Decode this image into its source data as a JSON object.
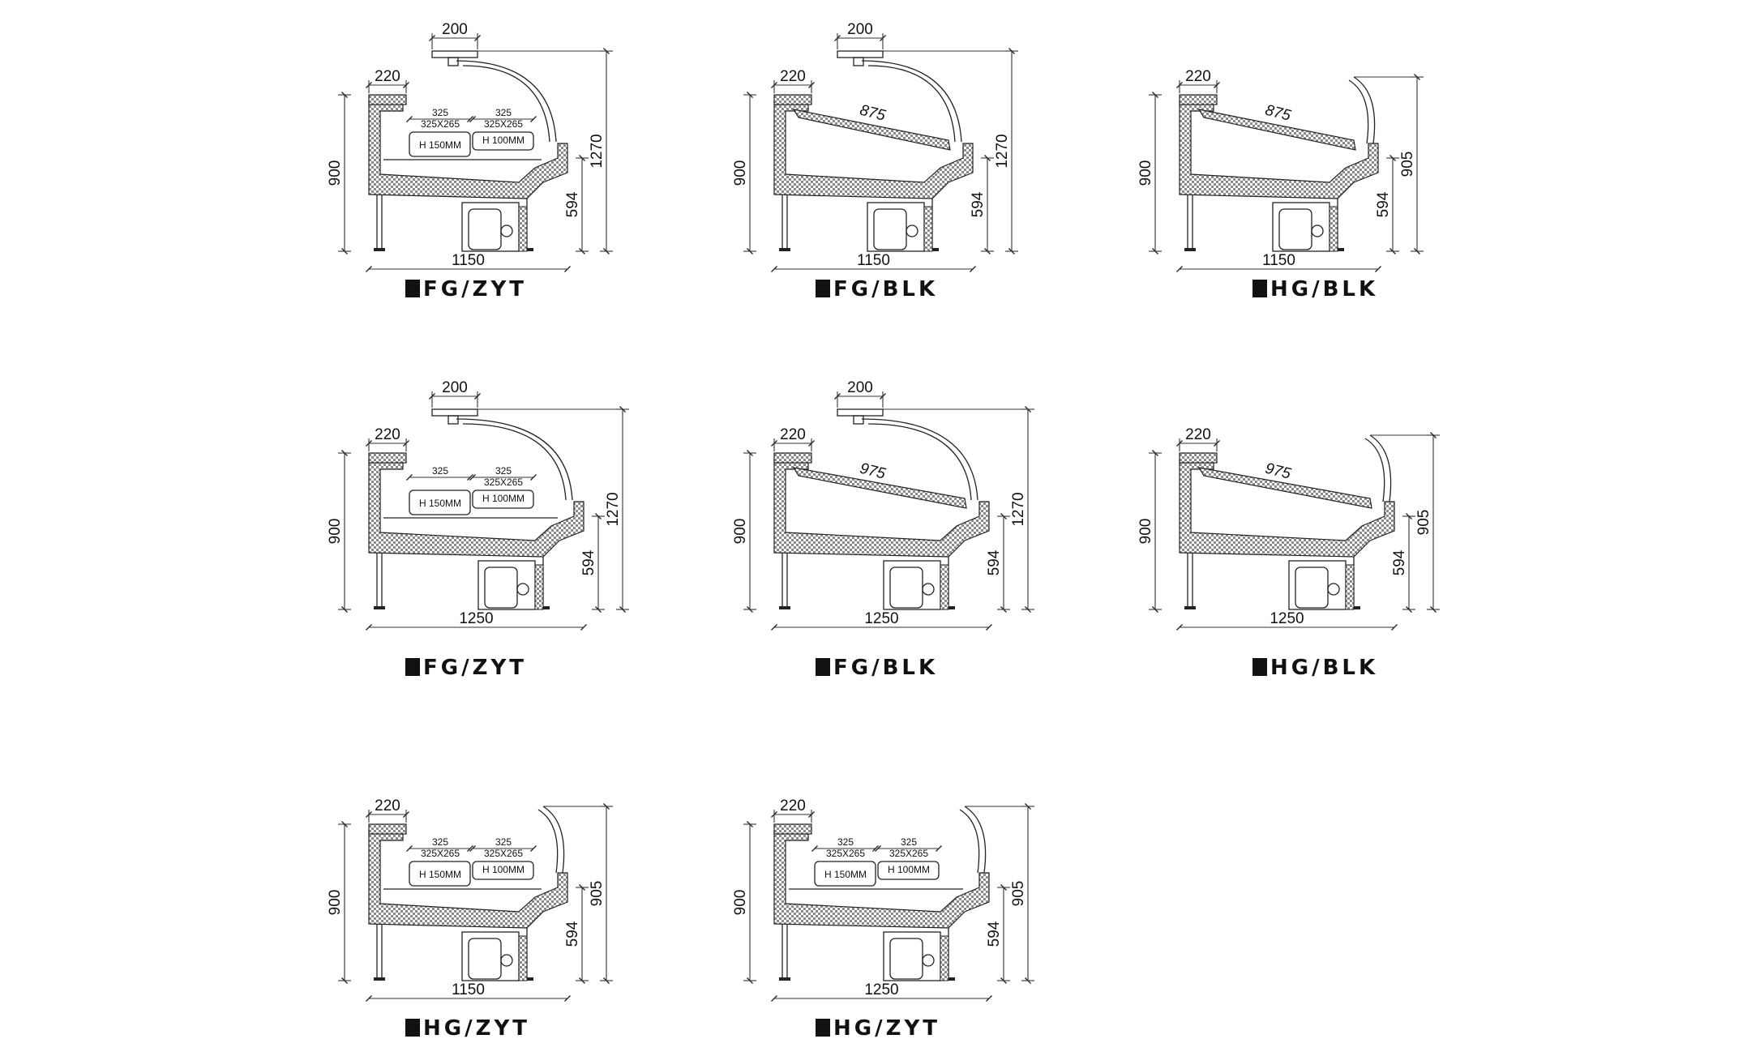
{
  "drawings": [
    {
      "caption": "FG/ZYT",
      "variant": "FG",
      "content": "pans",
      "width": "1150",
      "depth_top": "220",
      "canopy": "200",
      "height": "900",
      "inner": "594",
      "total": "1270",
      "pans": {
        "w1": "325",
        "size1": "325X265",
        "h1": "H 150MM",
        "w2": "325",
        "size2": "325X265",
        "h2": "H 100MM"
      }
    },
    {
      "caption": "FG/BLK",
      "variant": "FG",
      "content": "shelf",
      "width": "1150",
      "depth_top": "220",
      "canopy": "200",
      "height": "900",
      "inner": "594",
      "total": "1270",
      "shelf": "875"
    },
    {
      "caption": "HG/BLK",
      "variant": "HG",
      "content": "shelf",
      "width": "1150",
      "depth_top": "220",
      "height": "900",
      "inner": "594",
      "total": "905",
      "shelf": "875"
    },
    {
      "caption": "FG/ZYT",
      "variant": "FG",
      "content": "pans",
      "width": "1250",
      "depth_top": "220",
      "canopy": "200",
      "height": "900",
      "inner": "594",
      "total": "1270",
      "pans": {
        "w1": "325",
        "size1": "",
        "h1": "H 150MM",
        "w2": "325",
        "size2": "325X265",
        "h2": "H 100MM"
      }
    },
    {
      "caption": "FG/BLK",
      "variant": "FG",
      "content": "shelf",
      "width": "1250",
      "depth_top": "220",
      "canopy": "200",
      "height": "900",
      "inner": "594",
      "total": "1270",
      "shelf": "975"
    },
    {
      "caption": "HG/BLK",
      "variant": "HG",
      "content": "shelf",
      "width": "1250",
      "depth_top": "220",
      "height": "900",
      "inner": "594",
      "total": "905",
      "shelf": "975"
    },
    {
      "caption": "HG/ZYT",
      "variant": "HG",
      "content": "pans",
      "width": "1150",
      "depth_top": "220",
      "height": "900",
      "inner": "594",
      "total": "905",
      "pans": {
        "w1": "325",
        "size1": "325X265",
        "h1": "H 150MM",
        "w2": "325",
        "size2": "325X265",
        "h2": "H 100MM"
      }
    },
    {
      "caption": "HG/ZYT",
      "variant": "HG",
      "content": "pans",
      "width": "1250",
      "depth_top": "220",
      "height": "900",
      "inner": "594",
      "total": "905",
      "pans": {
        "w1": "325",
        "size1": "325X265",
        "h1": "H 150MM",
        "w2": "325",
        "size2": "325X265",
        "h2": "H 100MM"
      }
    }
  ]
}
